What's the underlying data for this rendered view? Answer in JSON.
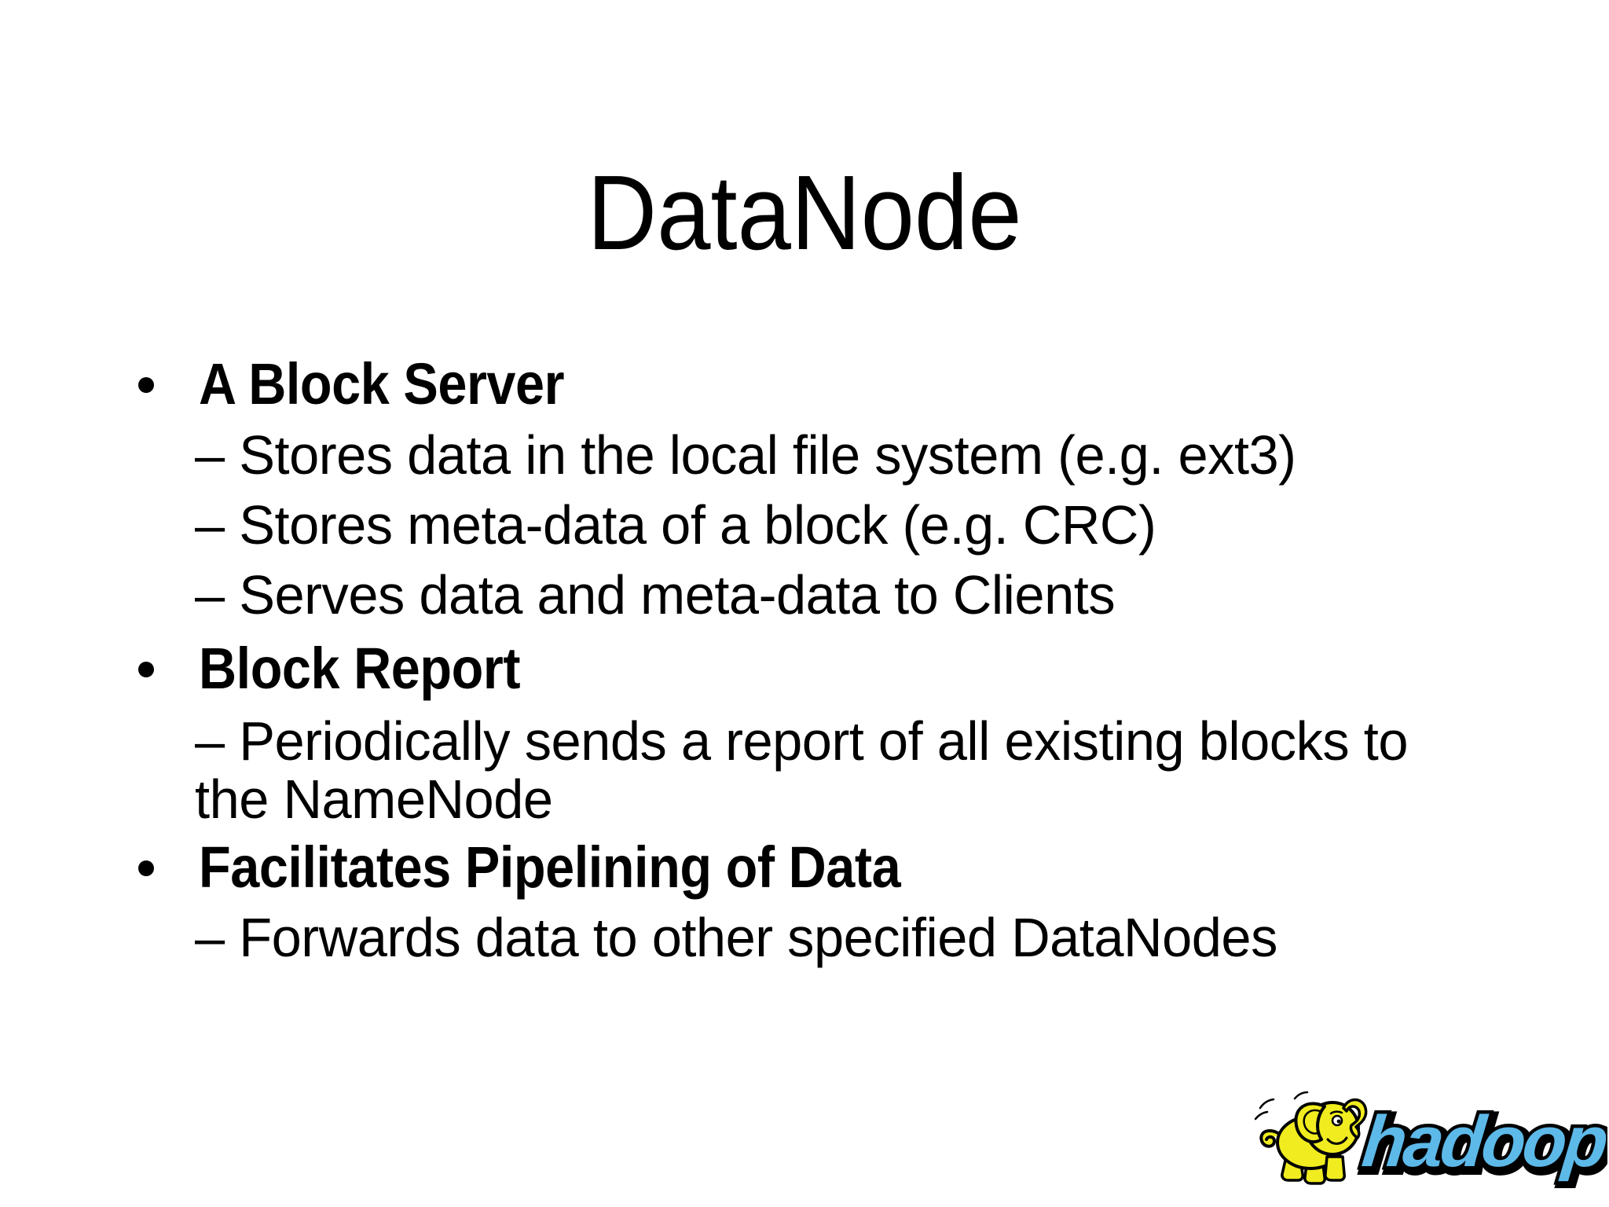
{
  "slide": {
    "title": "DataNode",
    "bullet_marker": "•",
    "bullets": [
      {
        "level": 1,
        "bold": true,
        "lines": [
          "A Block Server"
        ]
      },
      {
        "level": 2,
        "bold": false,
        "lines": [
          "– Stores data in the local file system (e.g. ext3)"
        ]
      },
      {
        "level": 2,
        "bold": false,
        "lines": [
          "– Stores meta-data of a block (e.g. CRC)"
        ]
      },
      {
        "level": 2,
        "bold": false,
        "lines": [
          "– Serves data and meta-data to Clients"
        ]
      },
      {
        "level": 1,
        "bold": true,
        "lines": [
          "Block Report"
        ]
      },
      {
        "level": 2,
        "bold": false,
        "lines": [
          "– Periodically sends a report of all existing blocks to",
          "the NameNode"
        ]
      },
      {
        "level": 1,
        "bold": true,
        "lines": [
          "Facilitates Pipelining of Data"
        ]
      },
      {
        "level": 2,
        "bold": false,
        "lines": [
          "– Forwards data to other specified DataNodes"
        ]
      }
    ],
    "logo": {
      "wordmark": "hadoop",
      "colors": {
        "wordmark_fill": "#5db9e8",
        "outline": "#000000",
        "elephant_body": "#f0ec1f",
        "elephant_ear_inner": "#e8d418",
        "background": "#ffffff"
      }
    }
  },
  "colors": {
    "slide_background": "#ffffff",
    "text": "#000000"
  }
}
